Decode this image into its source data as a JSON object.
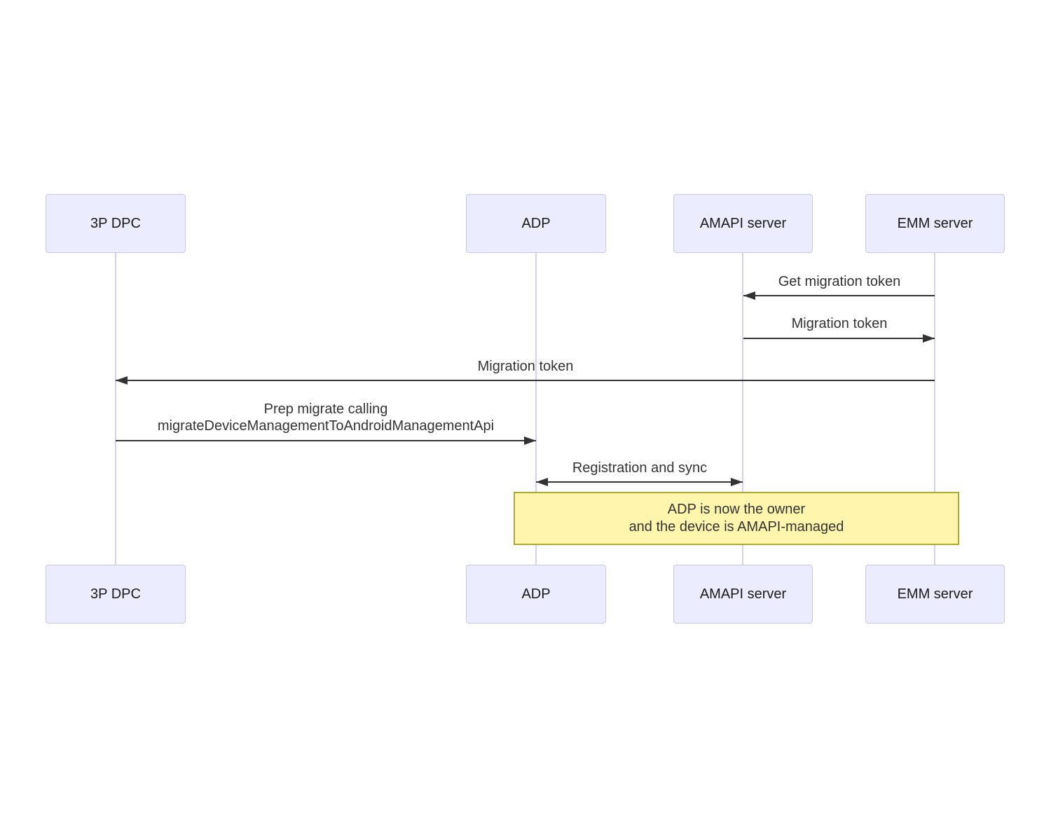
{
  "diagram": {
    "type": "sequence",
    "colors": {
      "actor_fill": "#ECECFF",
      "actor_border": "#c9c5ef",
      "lifeline": "#d9d0ef",
      "arrow": "#333333",
      "text": "#333333",
      "actor_text": "#1a1a1a",
      "note_fill": "#fff5ad",
      "note_border": "#aaaa33",
      "background": "#ffffff"
    },
    "participants": [
      {
        "label": "3P DPC"
      },
      {
        "label": "ADP"
      },
      {
        "label": "AMAPI server"
      },
      {
        "label": "EMM server"
      }
    ],
    "messages": [
      {
        "label": "Get migration token",
        "from": "EMM server",
        "to": "AMAPI server",
        "arrow": "solid-left"
      },
      {
        "label": "Migration token",
        "from": "AMAPI server",
        "to": "EMM server",
        "arrow": "solid-right"
      },
      {
        "label": "Migration token",
        "from": "EMM server",
        "to": "3P DPC",
        "arrow": "solid-left"
      },
      {
        "label": "Prep migrate calling\nmigrateDeviceManagementToAndroidManagementApi",
        "from": "3P DPC",
        "to": "ADP",
        "arrow": "solid-right"
      },
      {
        "label": "Registration and sync",
        "from": "ADP",
        "to": "AMAPI server",
        "arrow": "solid-both"
      }
    ],
    "note": {
      "over": [
        "ADP",
        "EMM server"
      ],
      "text": "ADP is now the owner\nand the device is AMAPI-managed"
    }
  }
}
